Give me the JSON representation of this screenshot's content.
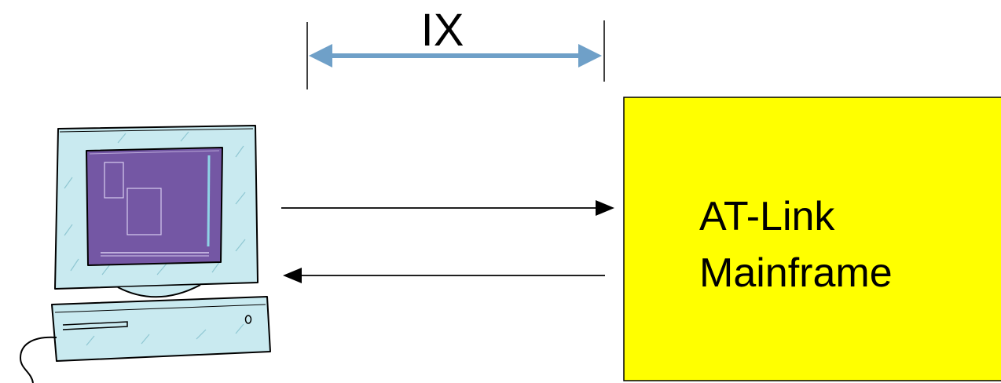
{
  "interval_label": "IX",
  "mainframe": {
    "line1": "AT-Link",
    "line2": "Mainframe"
  },
  "colors": {
    "mainframe_fill": "#ffff00",
    "interval_arrow": "#6fa0c8",
    "monitor_frame": "#c9eaf0",
    "monitor_screen": "#7457a4"
  },
  "icons": {
    "workstation": "desktop-computer-icon"
  }
}
